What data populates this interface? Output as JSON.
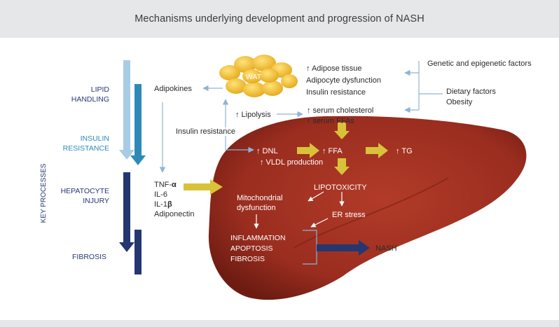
{
  "title": "Mechanisms underlying development and progression of NASH",
  "key_processes": {
    "axis_label": "KEY PROCESSES",
    "lipid_handling": [
      "LIPID",
      "HANDLING"
    ],
    "insulin_resistance": [
      "INSULIN",
      "RESISTANCE"
    ],
    "hepatocyte_injury": [
      "HEPATOCYTE",
      "INJURY"
    ],
    "fibrosis": "FIBROSIS"
  },
  "wat": "WAT",
  "adipokines": "Adipokines",
  "insulin_resistance": "Insulin resistance",
  "lipolysis": "↑ Lipolysis",
  "adipose": [
    "↑ Adipose tissue",
    "Adipocyte dysfunction",
    "Insulin resistance"
  ],
  "serum": [
    "↑ serum cholesterol",
    "↑ serum FFAs"
  ],
  "factors": {
    "genetic": "Genetic and epigenetic factors",
    "dietary": [
      "Dietary factors",
      "Obesity"
    ]
  },
  "cytokines": {
    "tnf_prefix": "TNF-",
    "tnf_greek": "α",
    "il6": "IL-6",
    "il1_prefix": "IL-1",
    "il1_greek": "β",
    "adiponectin": "Adiponectin"
  },
  "liver": {
    "dnl": "↑ DNL",
    "vldl": "↑ VLDL production",
    "ffa": "↑ FFA",
    "tg": "↑ TG",
    "lipotoxicity": "LIPOTOXICITY",
    "mito": [
      "Mitochondrial",
      "dysfunction"
    ],
    "er_stress": "ER stress",
    "outcomes": [
      "INFLAMMATION",
      "APOPTOSIS",
      "FIBROSIS"
    ],
    "nash": "NASH"
  },
  "colors": {
    "liver": "#9a2d1f",
    "arrow_yellow": "#d8c23a",
    "wat": "#f0c030",
    "light_blue": "#a8cce6",
    "mid_blue": "#2d8ab8",
    "navy": "#253770",
    "thin_arrow": "#8fb4d4"
  }
}
